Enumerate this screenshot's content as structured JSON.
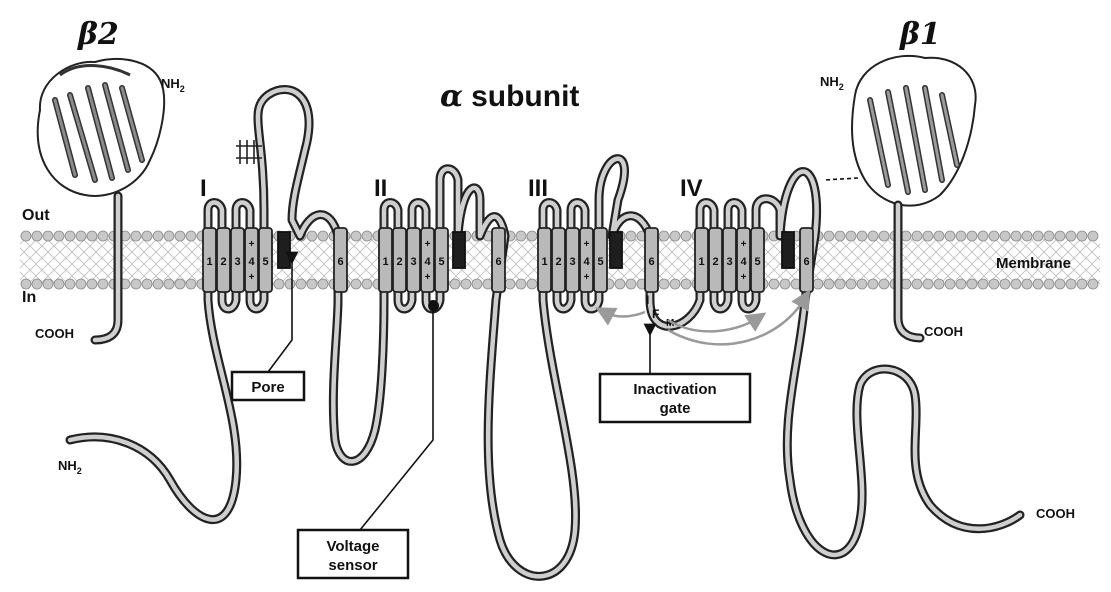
{
  "labels": {
    "beta2": "β2",
    "beta1": "β1",
    "alpha_symbol": "α",
    "alpha_word": "subunit",
    "out": "Out",
    "in": "In",
    "membrane": "Membrane",
    "nh2": "NH",
    "nh2_sub": "2",
    "cooh": "COOH",
    "pore": "Pore",
    "voltage_line1": "Voltage",
    "voltage_line2": "sensor",
    "inact_line1": "Inactivation",
    "inact_line2": "gate",
    "ifm_i": "I",
    "ifm_f": "F",
    "ifm_m": "M",
    "plus": "+"
  },
  "domains": [
    {
      "numeral": "I",
      "segments": [
        "1",
        "2",
        "3",
        "4",
        "5",
        "6"
      ]
    },
    {
      "numeral": "II",
      "segments": [
        "1",
        "2",
        "3",
        "4",
        "5",
        "6"
      ]
    },
    {
      "numeral": "III",
      "segments": [
        "1",
        "2",
        "3",
        "4",
        "5",
        "6"
      ]
    },
    {
      "numeral": "IV",
      "segments": [
        "1",
        "2",
        "3",
        "4",
        "5",
        "6"
      ]
    }
  ],
  "colors": {
    "chain_outline": "#222222",
    "chain_fill": "#cfcfcf",
    "helix": "#b9b9b9",
    "pore_loop": "#1e1e1e",
    "membrane_bead": "#c8c8c8",
    "arrow_grey": "#9a9a9a"
  }
}
